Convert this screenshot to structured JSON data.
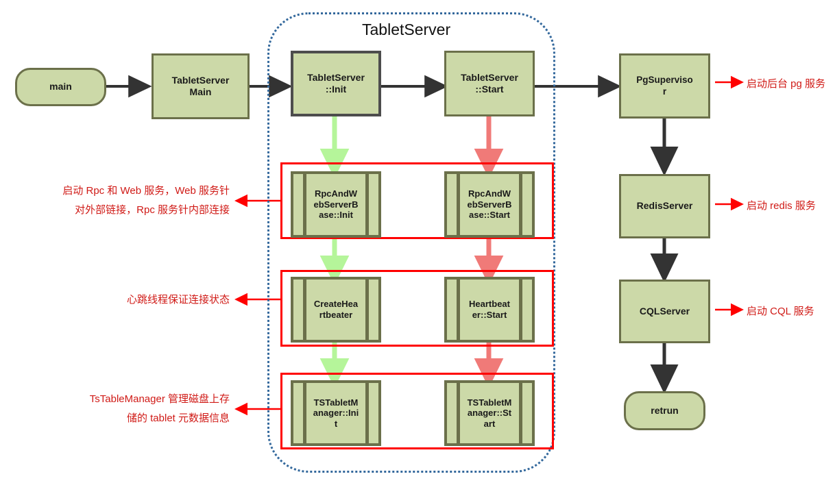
{
  "diagram": {
    "region_title": "TabletServer",
    "colors": {
      "node_fill": "#ccd9a8",
      "node_border": "#6b704a",
      "node_border_dark": "#4d4d4d",
      "region_dotted": "#33689c",
      "region_red": "#ff0000",
      "arrow_black": "#333333",
      "arrow_green": "#b5f59a",
      "arrow_salmon": "#f07a78",
      "annotation_red": "#d01a16"
    }
  },
  "nodes": {
    "main": "main",
    "tablet_server_main": "TabletServer\nMain",
    "tablet_server_init": "TabletServer\n::Init",
    "tablet_server_start": "TabletServer\n::Start",
    "pg_supervisor": "PgSuperviso\nr",
    "redis_server": "RedisServer",
    "cql_server": "CQLServer",
    "retrun": "retrun",
    "rpc_web_init": "RpcAndW\nebServerB\nase::Init",
    "rpc_web_start": "RpcAndW\nebServerB\nase::Start",
    "create_heartbeater": "CreateHea\nrtbeater",
    "heartbeater_start": "Heartbeat\ner::Start",
    "tstablet_manager_init": "TSTabletM\nanager::Ini\nt",
    "tstablet_manager_start": "TSTabletM\nanager::St\nart"
  },
  "annotations": {
    "rpc_web": "启动 Rpc 和 Web 服务，Web 服务针\n对外部链接，Rpc 服务针内部连接",
    "heartbeat": "心跳线程保证连接状态",
    "tstablet": "TsTableManager 管理磁盘上存\n储的 tablet 元数据信息",
    "pg": "启动后台 pg 服务",
    "redis": "启动 redis 服务",
    "cql": "启动 CQL 服务"
  }
}
